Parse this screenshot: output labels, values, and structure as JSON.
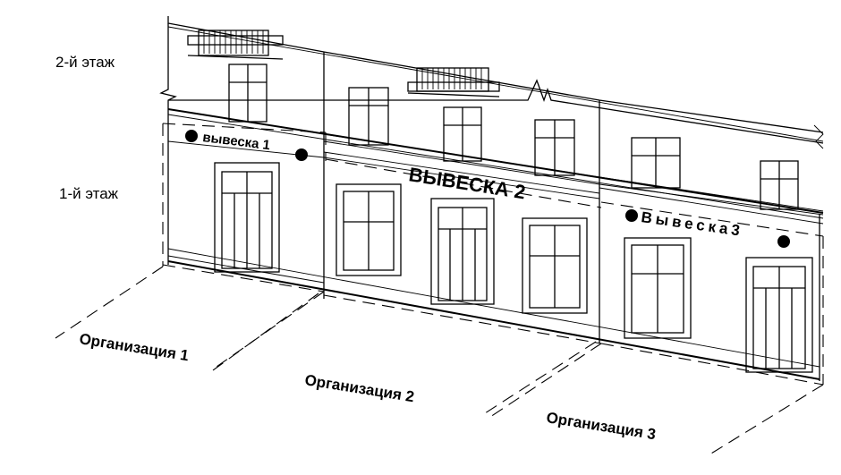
{
  "floors": {
    "second": "2-й этаж",
    "first": "1-й этаж"
  },
  "signs": {
    "sign1": "вывеска 1",
    "sign2": "ВЫВЕСКА 2",
    "sign3": "Вывеска3"
  },
  "organizations": {
    "org1": "Организация 1",
    "org2": "Организация 2",
    "org3": "Организация 3"
  }
}
